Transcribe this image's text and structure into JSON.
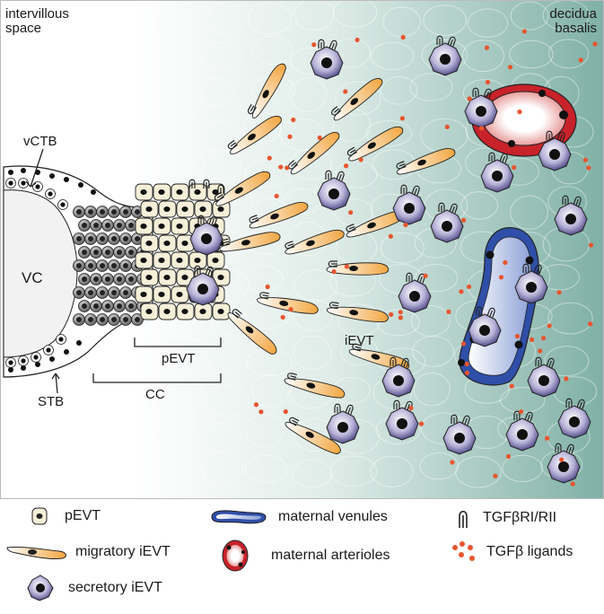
{
  "regions": {
    "intervillous_space": "intervillous\nspace",
    "decidua_basalis": "decidua\nbasalis"
  },
  "labels": {
    "vctb": "vCTB",
    "vc": "VC",
    "stb": "STB",
    "pevt": "pEVT",
    "cc": "CC",
    "ievt": "iEVT"
  },
  "legend": {
    "pevt": "pEVT",
    "migratory_ievt": "migratory iEVT",
    "secretory_ievt": "secretory iEVT",
    "maternal_venules": "maternal venules",
    "maternal_arterioles": "maternal arterioles",
    "tgfb_receptor": "TGFβRI/RII",
    "tgfb_ligands": "TGFβ ligands"
  },
  "colors": {
    "stroma_tint": "#7fb0a6",
    "pevt_fill": "#f5efd9",
    "migratory_fill": "#f2a640",
    "secretory_fill": "#3b3478",
    "venule_fill": "#2f4fa8",
    "arteriole_fill": "#c8222a",
    "ligand": "#e8552e",
    "nucleus": "#111111"
  }
}
